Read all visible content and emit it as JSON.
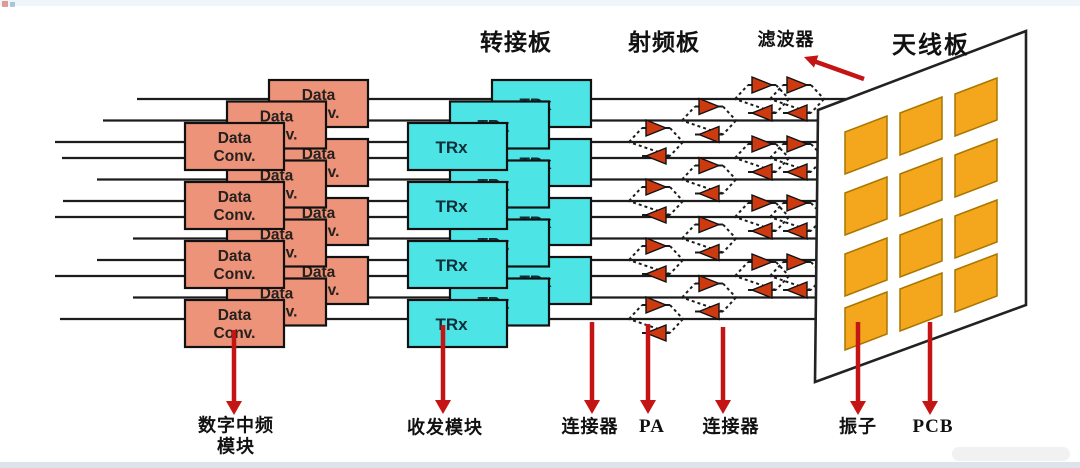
{
  "board_labels": {
    "adapter_board": "转接板",
    "rf_board": "射频板",
    "filter": "滤波器",
    "antenna_board": "天线板"
  },
  "callouts": {
    "digital_if_line1": "数字中频",
    "digital_if_line2": "模块",
    "transceiver_module": "收发模块",
    "connector_left": "连接器",
    "pa": "PA",
    "connector_right": "连接器",
    "radiator": "振子",
    "pcb": "PCB"
  },
  "blocks": {
    "data_conv": {
      "line1": "Data",
      "line2": "Conv.",
      "fill": "#ec9379",
      "columns": 3,
      "rows": 4
    },
    "trx": {
      "label": "TRx",
      "fill": "#4de4e6",
      "columns": 3,
      "rows": 4
    }
  },
  "antenna_panel": {
    "patch_rows": 4,
    "patch_cols": 3,
    "patch_fill": "#f4a71d",
    "patch_border": "#a97700",
    "panel_fill": "#ffffff"
  },
  "colors": {
    "signal_line": "#1c1c1c",
    "block_border": "#111111",
    "block_text": "#26211e",
    "trx_text": "#0b2f38",
    "arrow": "#c41414",
    "board_label_red": "#e60000",
    "antenna_label": "#c24848",
    "filter_label": "#1a1a1a",
    "callout_text": "#111111",
    "pa_triangle": "#ce3a10",
    "top_strip": "#eef4fa",
    "bottom_strip": "#dce3ea",
    "watermark": "#ededed"
  }
}
